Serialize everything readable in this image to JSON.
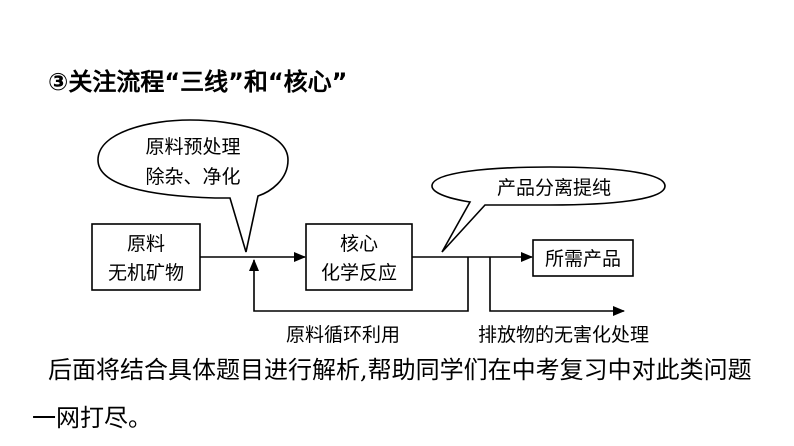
{
  "heading": "③关注流程“三线”和“核心”",
  "diagram": {
    "bubble_pretreat_line1": "原料预处理",
    "bubble_pretreat_line2": "除杂、净化",
    "bubble_separate": "产品分离提纯",
    "box_raw_line1": "原料",
    "box_raw_line2": "无机矿物",
    "box_core_line1": "核心",
    "box_core_line2": "化学反应",
    "box_product": "所需产品",
    "label_recycle": "原料循环利用",
    "label_waste": "排放物的无害化处理"
  },
  "paragraph": "后面将结合具体题目进行解析,帮助同学们在中考复习中对此类问题一网打尽。"
}
